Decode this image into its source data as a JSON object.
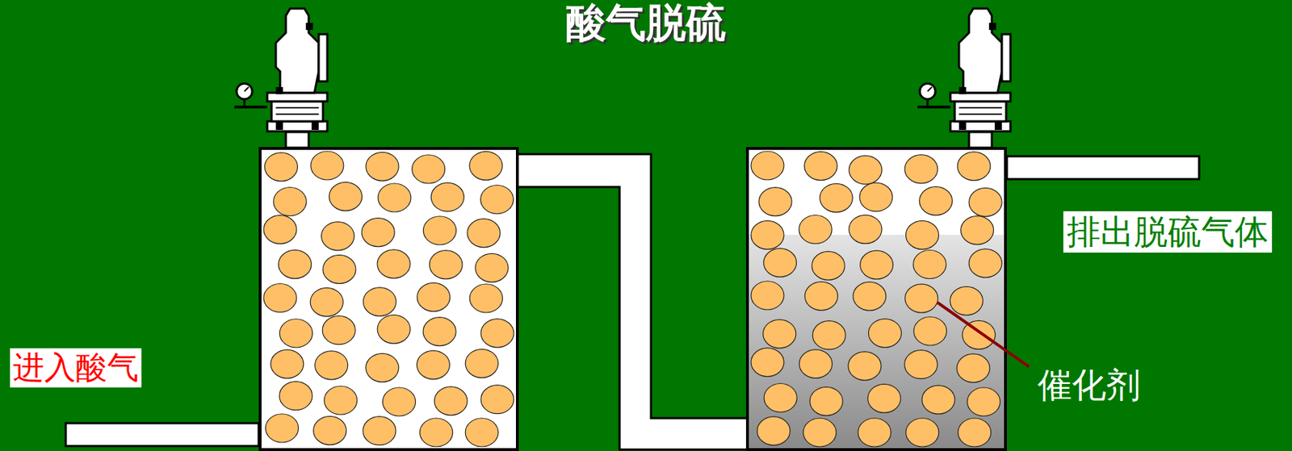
{
  "diagram": {
    "title": "酸气脱硫",
    "labels": [
      "进入酸气",
      "排出脱硫气体",
      "催化剂"
    ]
  }
}
